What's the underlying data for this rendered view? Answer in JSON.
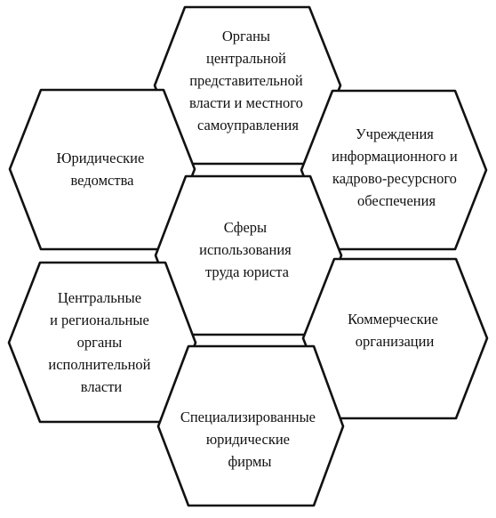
{
  "diagram": {
    "colors": {
      "stroke": "#111111",
      "fill": "#ffffff",
      "text": "#111111"
    },
    "center": {
      "lines": [
        "Сферы",
        "использования",
        "труда юриста"
      ]
    },
    "top": {
      "lines": [
        "Органы",
        "центральной",
        "представительной",
        "власти и местного",
        "самоуправления"
      ]
    },
    "upper_left": {
      "lines": [
        "Юридические",
        "ведомства"
      ]
    },
    "upper_right": {
      "lines": [
        "Учреждения",
        "информационного и",
        "кадрово-ресурсного",
        "обеспечения"
      ]
    },
    "lower_left": {
      "lines": [
        "Центральные",
        "и региональные",
        "органы",
        "исполнительной",
        "власти"
      ]
    },
    "lower_right": {
      "lines": [
        "Коммерческие",
        "организации"
      ]
    },
    "bottom": {
      "lines": [
        "Специализированные",
        "юридические",
        "фирмы"
      ]
    }
  }
}
